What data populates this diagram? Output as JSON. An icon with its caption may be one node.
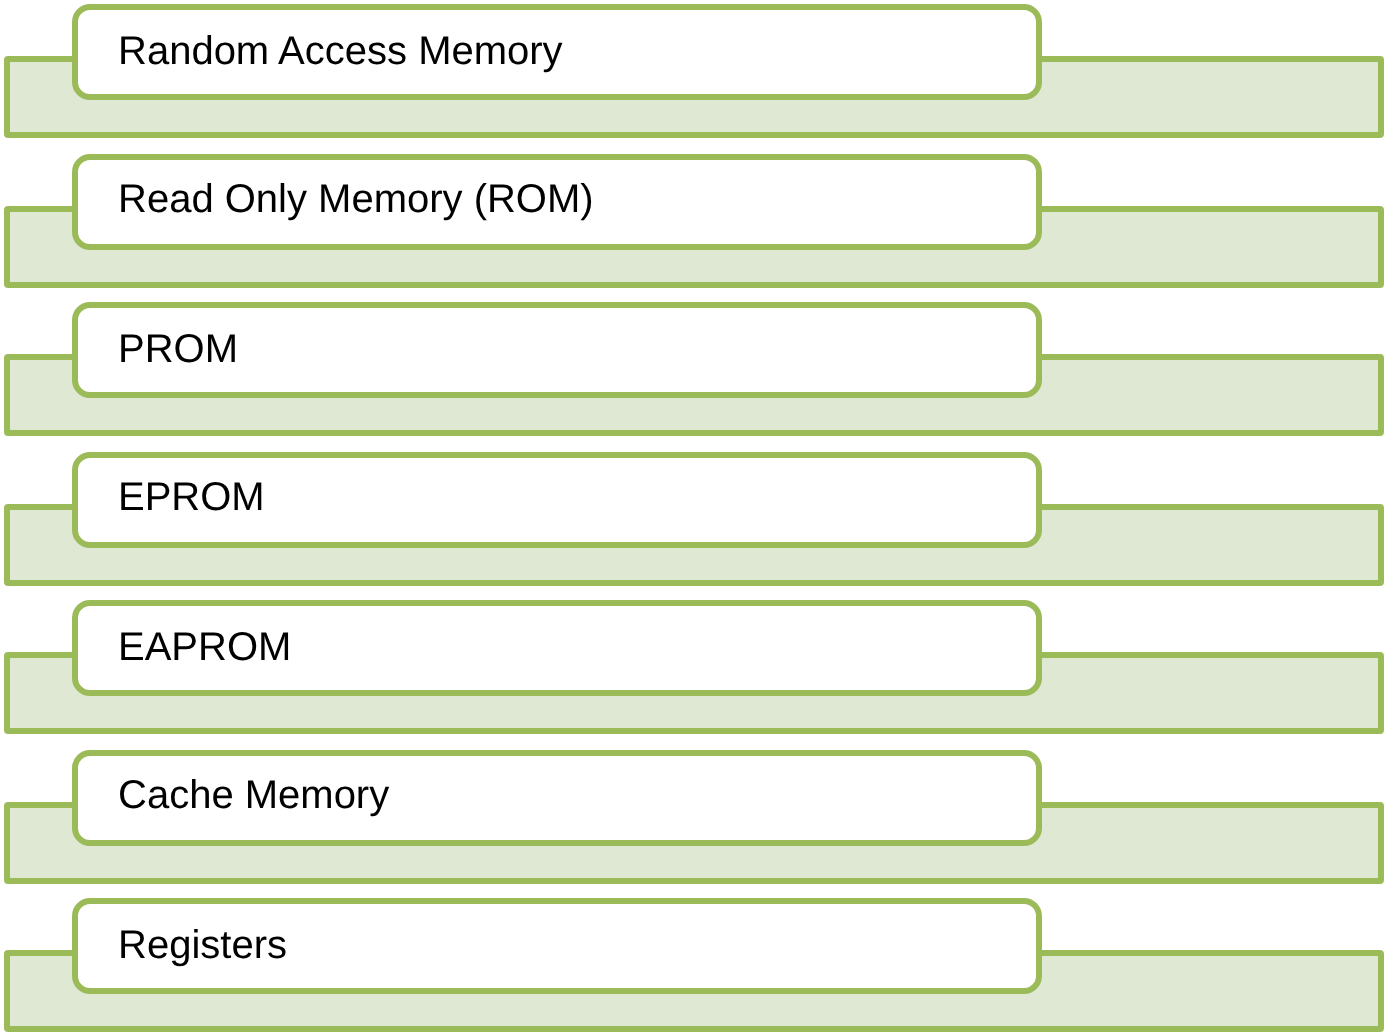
{
  "diagram": {
    "nodes": [
      {
        "text": [
          "Random Access Memory"
        ]
      },
      {
        "text": [
          "Read Only Memory (ROM)"
        ]
      },
      {
        "text": [
          "PROM"
        ]
      },
      {
        "text": [
          "EPROM"
        ]
      },
      {
        "text": [
          "EAPROM"
        ]
      },
      {
        "text": [
          "Cache Memory"
        ]
      },
      {
        "text": [
          "Registers"
        ]
      }
    ]
  }
}
